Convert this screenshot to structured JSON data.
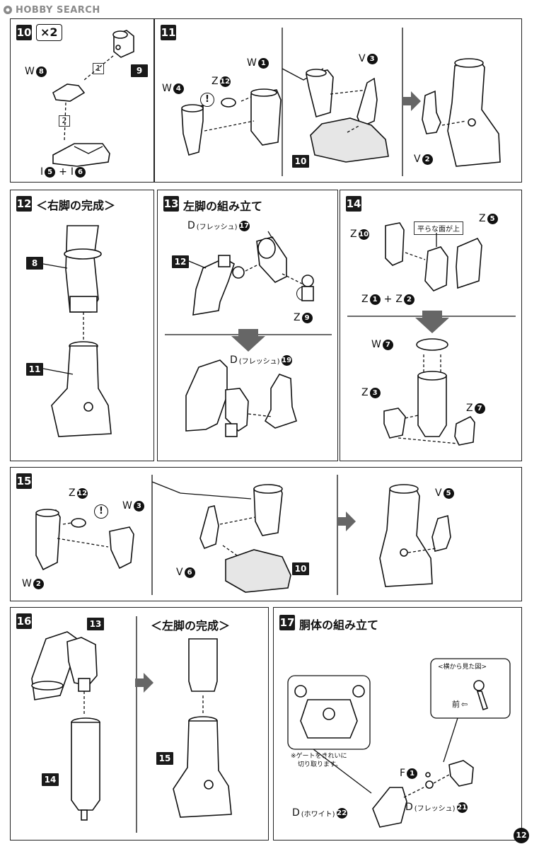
{
  "header": {
    "logo_text": "HOBBY SEARCH"
  },
  "steps": {
    "s10": {
      "num": "10",
      "times": "×2",
      "w": "W",
      "w_n": "8",
      "ref9": "9",
      "seq1": "1",
      "seq2": "2",
      "i_a": "I",
      "i_a_n": "5",
      "plus": "+",
      "i_b": "I",
      "i_b_n": "6"
    },
    "s11": {
      "num": "11",
      "w4": "W",
      "w4_n": "4",
      "z": "Z",
      "z_n": "12",
      "w1": "W",
      "w1_n": "1",
      "v3": "V",
      "v3_n": "3",
      "ref10": "10",
      "v2": "V",
      "v2_n": "2",
      "excl": "!"
    },
    "s12": {
      "num": "12",
      "title": "＜右脚の完成＞",
      "ref8": "8",
      "ref11": "11"
    },
    "s13": {
      "num": "13",
      "title": "左脚の組み立て",
      "d17": "D",
      "d17_sub": "(フレッシュ)",
      "d17_n": "17",
      "ref12": "12",
      "z9": "Z",
      "z9_n": "9",
      "d19": "D",
      "d19_sub": "(フレッシュ)",
      "d19_n": "19",
      "excl": "!"
    },
    "s14": {
      "num": "14",
      "z10": "Z",
      "z10_n": "10",
      "flat_note": "平らな面が上",
      "z5": "Z",
      "z5_n": "5",
      "z1": "Z",
      "z1_n": "1",
      "plus": "+",
      "z2": "Z",
      "z2_n": "2",
      "w7": "W",
      "w7_n": "7",
      "z3": "Z",
      "z3_n": "3",
      "z7": "Z",
      "z7_n": "7"
    },
    "s15": {
      "num": "15",
      "z12": "Z",
      "z12_n": "12",
      "w3": "W",
      "w3_n": "3",
      "w2": "W",
      "w2_n": "2",
      "v6": "V",
      "v6_n": "6",
      "ref10": "10",
      "v5": "V",
      "v5_n": "5",
      "excl": "!"
    },
    "s16": {
      "num": "16",
      "title": "＜左脚の完成＞",
      "ref13": "13",
      "ref14": "14",
      "ref15": "15"
    },
    "s17": {
      "num": "17",
      "title": "胴体の組み立て",
      "side_view": "<横から見た図>",
      "front": "前",
      "gate_note_1": "※ゲートをきれいに",
      "gate_note_2": "切り取ります。",
      "f1": "F",
      "f1_n": "1",
      "d22": "D",
      "d22_sub": "(ホワイト)",
      "d22_n": "22",
      "d21": "D",
      "d21_sub": "(フレッシュ)",
      "d21_n": "21"
    }
  },
  "page_number": "12"
}
